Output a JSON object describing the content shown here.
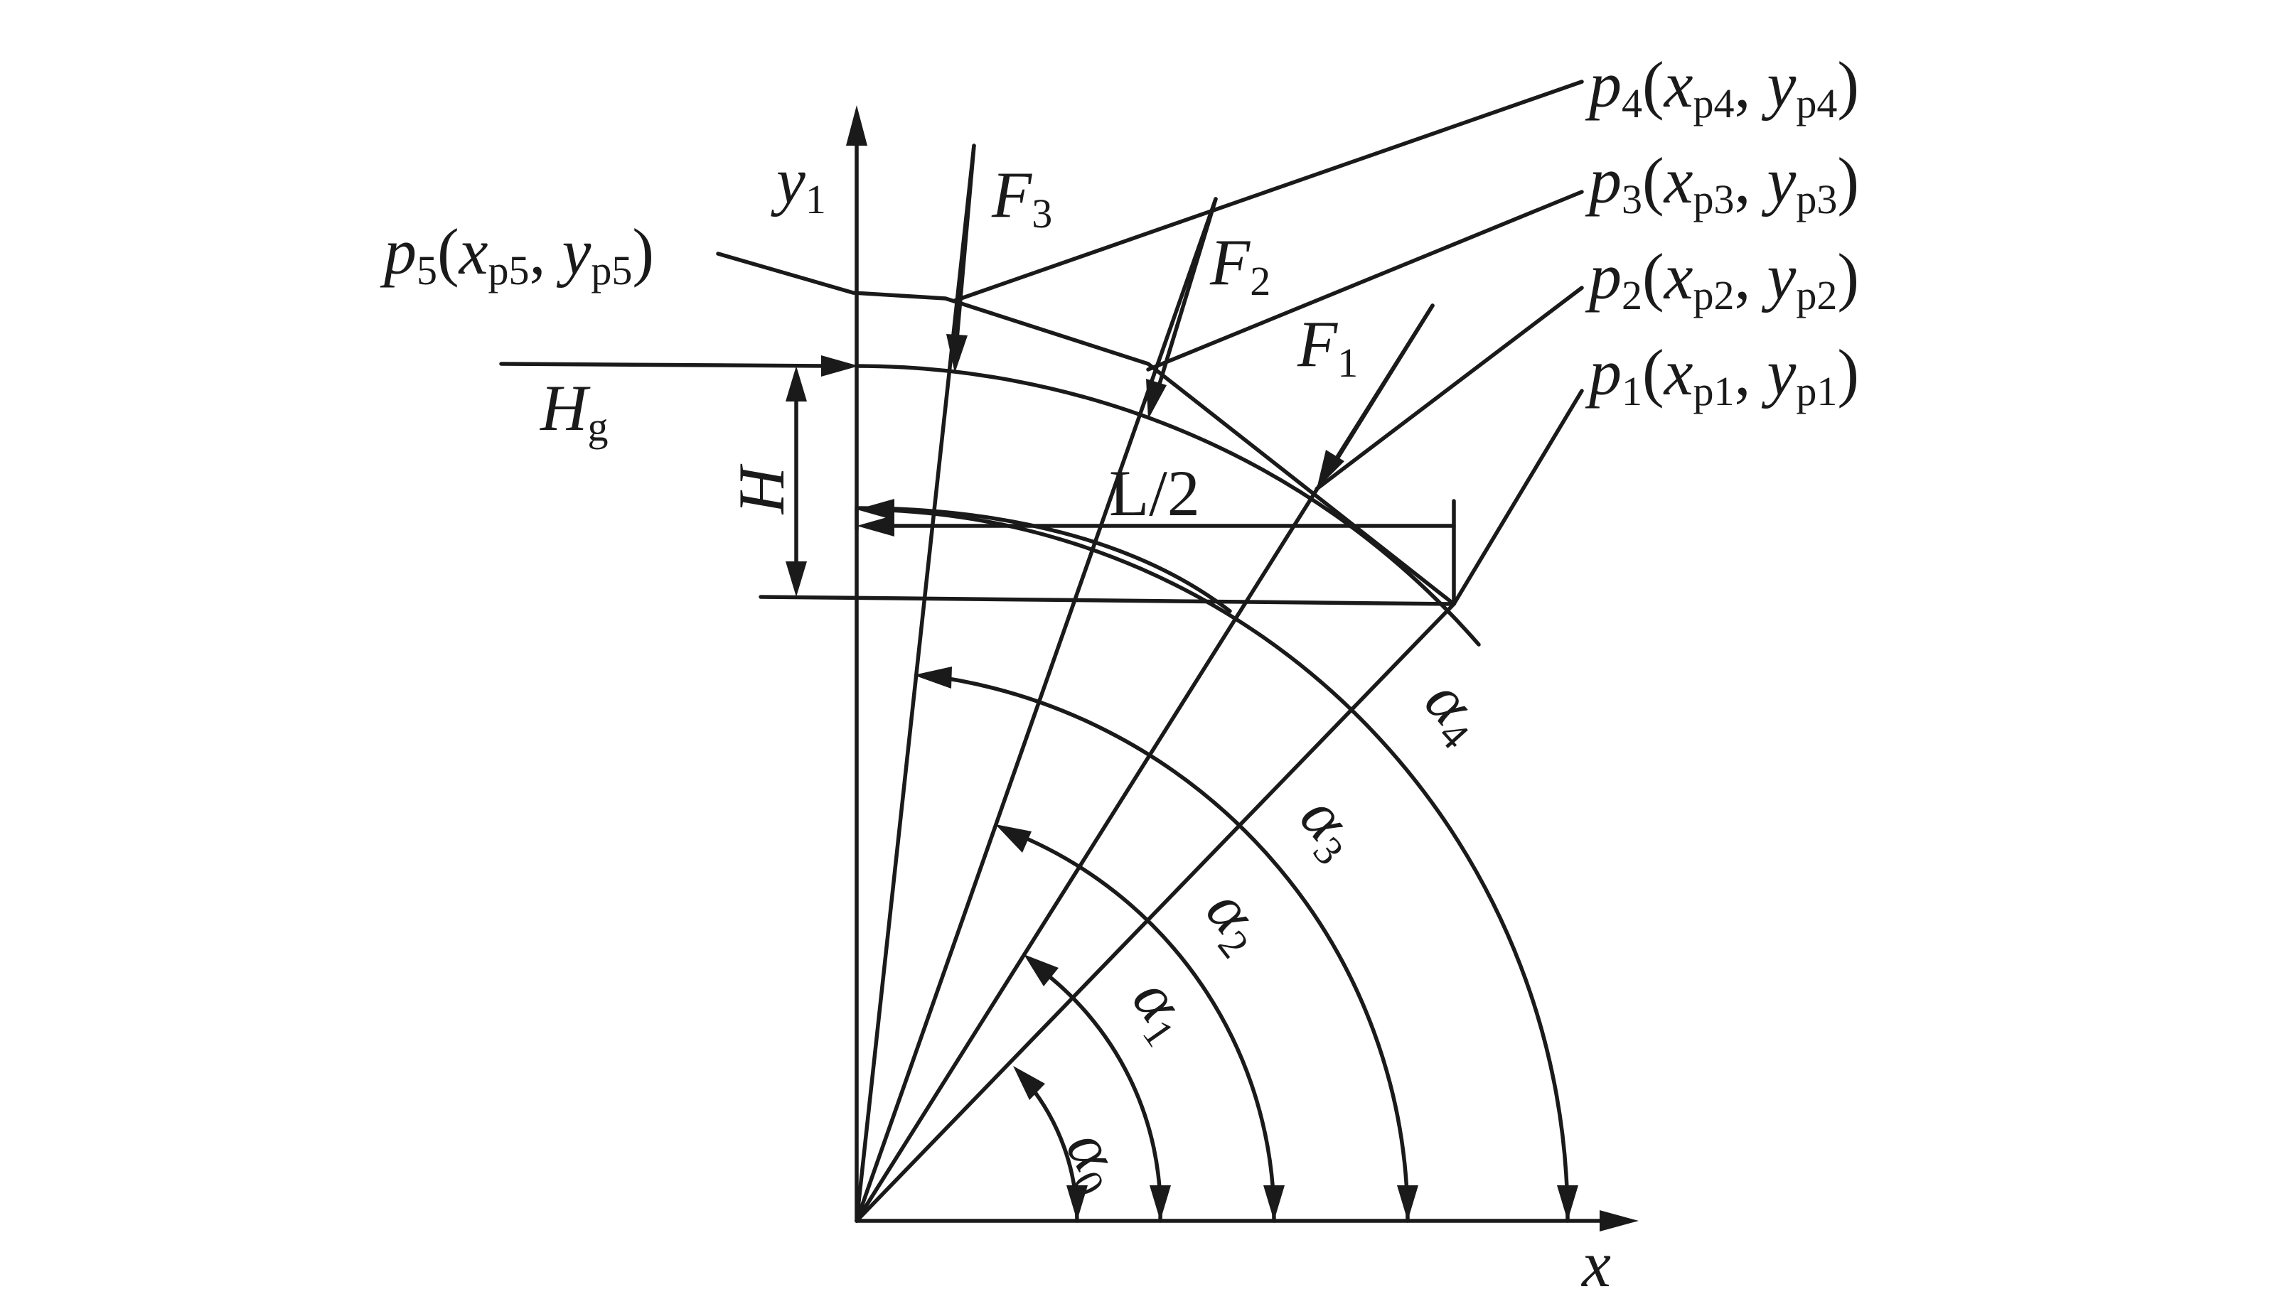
{
  "axes": {
    "x_label": "x",
    "y_label": "y",
    "y_label_sub": "1"
  },
  "points": [
    {
      "name": "p",
      "idx": "1",
      "x": "x",
      "xsub": "p1",
      "y": "y",
      "ysub": "p1"
    },
    {
      "name": "p",
      "idx": "2",
      "x": "x",
      "xsub": "p2",
      "y": "y",
      "ysub": "p2"
    },
    {
      "name": "p",
      "idx": "3",
      "x": "x",
      "xsub": "p3",
      "y": "y",
      "ysub": "p3"
    },
    {
      "name": "p",
      "idx": "4",
      "x": "x",
      "xsub": "p4",
      "y": "y",
      "ysub": "p4"
    },
    {
      "name": "p",
      "idx": "5",
      "x": "x",
      "xsub": "p5",
      "y": "y",
      "ysub": "p5"
    }
  ],
  "forces": [
    {
      "name": "F",
      "sub": "1"
    },
    {
      "name": "F",
      "sub": "2"
    },
    {
      "name": "F",
      "sub": "3"
    }
  ],
  "angles": [
    {
      "name": "α",
      "sub": "0"
    },
    {
      "name": "α",
      "sub": "1"
    },
    {
      "name": "α",
      "sub": "2"
    },
    {
      "name": "α",
      "sub": "3"
    },
    {
      "name": "α",
      "sub": "4"
    }
  ],
  "dimensions": {
    "height_label": "H",
    "half_span_label": "L/2",
    "hg_label": "H",
    "hg_sub": "g"
  },
  "punct": {
    "open": "(",
    "comma": ",",
    "close": ")"
  }
}
